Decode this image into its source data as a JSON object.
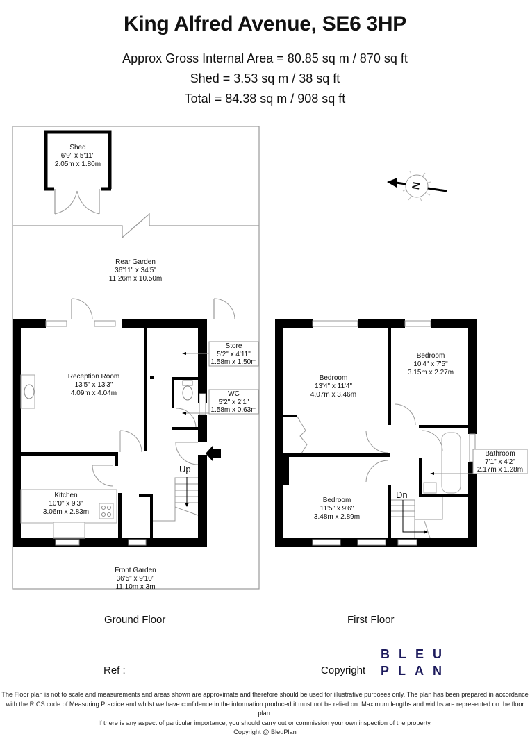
{
  "header": {
    "title": "King Alfred Avenue, SE6 3HP",
    "area_lines": [
      "Approx Gross Internal Area = 80.85 sq m / 870 sq ft",
      "Shed = 3.53 sq m / 38 sq ft",
      "Total = 84.38 sq m / 908 sq ft"
    ]
  },
  "ground_floor": {
    "label": "Ground Floor",
    "rooms": {
      "shed": {
        "name": "Shed",
        "imperial": "6'9\" x 5'11\"",
        "metric": "2.05m x 1.80m"
      },
      "rear_garden": {
        "name": "Rear Garden",
        "imperial": "36'11\" x 34'5\"",
        "metric": "11.26m x 10.50m"
      },
      "reception": {
        "name": "Reception Room",
        "imperial": "13'5\" x 13'3\"",
        "metric": "4.09m x 4.04m"
      },
      "store": {
        "name": "Store",
        "imperial": "5'2\" x 4'11\"",
        "metric": "1.58m x 1.50m"
      },
      "wc": {
        "name": "WC",
        "imperial": "5'2\" x 2'1\"",
        "metric": "1.58m x 0.63m"
      },
      "kitchen": {
        "name": "Kitchen",
        "imperial": "10'0\" x 9'3\"",
        "metric": "3.06m x 2.83m"
      },
      "front_garden": {
        "name": "Front Garden",
        "imperial": "36'5\" x 9'10\"",
        "metric": "11.10m x 3m"
      }
    },
    "stairs_label": "Up"
  },
  "first_floor": {
    "label": "First Floor",
    "rooms": {
      "bedroom1": {
        "name": "Bedroom",
        "imperial": "13'4\" x 11'4\"",
        "metric": "4.07m x 3.46m"
      },
      "bedroom2": {
        "name": "Bedroom",
        "imperial": "10'4\" x 7'5\"",
        "metric": "3.15m x 2.27m"
      },
      "bedroom3": {
        "name": "Bedroom",
        "imperial": "11'5\" x 9'6\"",
        "metric": "3.48m x 2.89m"
      },
      "bathroom": {
        "name": "Bathroom",
        "imperial": "7'1\" x 4'2\"",
        "metric": "2.17m x 1.28m"
      }
    },
    "stairs_label": "Dn"
  },
  "compass": {
    "label": "N",
    "icon": "north-compass-icon"
  },
  "footer": {
    "ref_label": "Ref  :",
    "copyright_label": "Copyright",
    "logo_line1": "BLEU",
    "logo_line2": "PLAN",
    "logo_color": "#1c1a5c",
    "disclaimer": [
      "The Floor plan is not to scale and measurements and areas shown are approximate and therefore should be used for illustrative purposes only. The plan has been prepared in accordance",
      "with the RICS code of Measuring Practice and whilst we have confidence in the information produced it must not be relied on. Maximum lengths and widths are represented on the floor plan.",
      "If there is any aspect of particular importance, you should carry out or commission your own inspection of the property.",
      "Copyright @ BleuPlan"
    ]
  }
}
